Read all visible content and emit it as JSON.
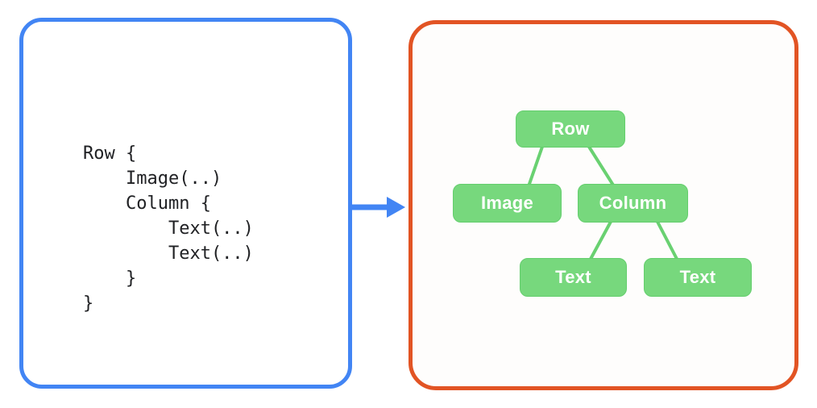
{
  "theme": {
    "page_bg": "#ffffff",
    "code_border": "#4285F4",
    "code_text": "#202124",
    "arrow": "#4285F4",
    "tree_border": "#E25424",
    "node_fill": "#77D87D",
    "node_edge": "#64CE6D",
    "node_text": "#ffffff",
    "edge_line": "#69D171"
  },
  "code_panel": {
    "code": "Row {\n    Image(..)\n    Column {\n        Text(..)\n        Text(..)\n    }\n}"
  },
  "arrow": {
    "direction": "right"
  },
  "tree_panel": {
    "nodes": [
      {
        "id": "row",
        "label": "Row"
      },
      {
        "id": "image",
        "label": "Image"
      },
      {
        "id": "column",
        "label": "Column"
      },
      {
        "id": "text-1",
        "label": "Text"
      },
      {
        "id": "text-2",
        "label": "Text"
      }
    ],
    "edges": [
      {
        "from": "row",
        "to": "image"
      },
      {
        "from": "row",
        "to": "column"
      },
      {
        "from": "column",
        "to": "text-1"
      },
      {
        "from": "column",
        "to": "text-2"
      }
    ]
  }
}
